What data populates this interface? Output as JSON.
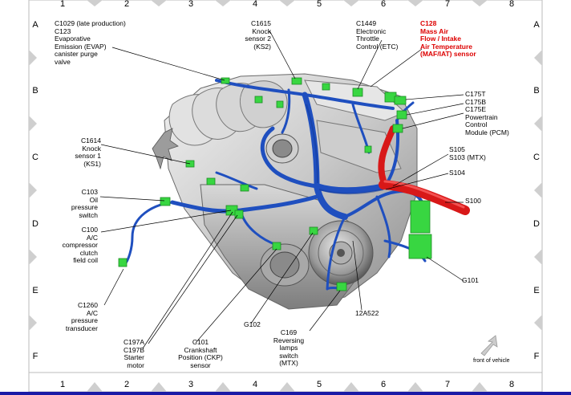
{
  "grid": {
    "columns": [
      "1",
      "2",
      "3",
      "4",
      "5",
      "6",
      "7",
      "8"
    ],
    "rows": [
      "A",
      "B",
      "C",
      "D",
      "E",
      "F"
    ]
  },
  "callouts": {
    "c1029": [
      "C1029 (late production)",
      "C123",
      "Evaporative",
      "Emission (EVAP)",
      "canister purge",
      "valve"
    ],
    "c1615": [
      "C1615",
      "Knock",
      "sensor 2",
      "(KS2)"
    ],
    "c1449": [
      "C1449",
      "Electronic",
      "Throttle",
      "Control (ETC)"
    ],
    "c128": [
      "C128",
      "Mass Air",
      "Flow / Intake",
      "Air Temperature",
      "(MAF/IAT) sensor"
    ],
    "c175": [
      "C175T",
      "C175B",
      "C175E",
      "Powertrain",
      "Control",
      "Module (PCM)"
    ],
    "c1614": [
      "C1614",
      "Knock",
      "sensor 1",
      "(KS1)"
    ],
    "s105": [
      "S105",
      "S103 (MTX)"
    ],
    "s104": [
      "S104"
    ],
    "c103": [
      "C103",
      "Oil",
      "pressure",
      "switch"
    ],
    "s100": [
      "S100"
    ],
    "c100": [
      "C100",
      "A/C",
      "compressor",
      "clutch",
      "field coil"
    ],
    "g101": [
      "G101"
    ],
    "c1260": [
      "C1260",
      "A/C",
      "pressure",
      "transducer"
    ],
    "a12a522": [
      "12A522"
    ],
    "g102": [
      "G102"
    ],
    "c197": [
      "C197A",
      "C197B",
      "Starter",
      "motor"
    ],
    "c101": [
      "C101",
      "Crankshaft",
      "Position (CKP)",
      "sensor"
    ],
    "c169": [
      "C169",
      "Reversing",
      "lamps",
      "switch",
      "(MTX)"
    ]
  },
  "front_label": "front of vehicle",
  "colors": {
    "harness": "#1f4fbf",
    "harness_dark": "#123a99",
    "connector": "#38d641",
    "air_tube": "#d81818",
    "highlight_text": "#dd0000",
    "grid_arrow": "#c8c8c8"
  }
}
